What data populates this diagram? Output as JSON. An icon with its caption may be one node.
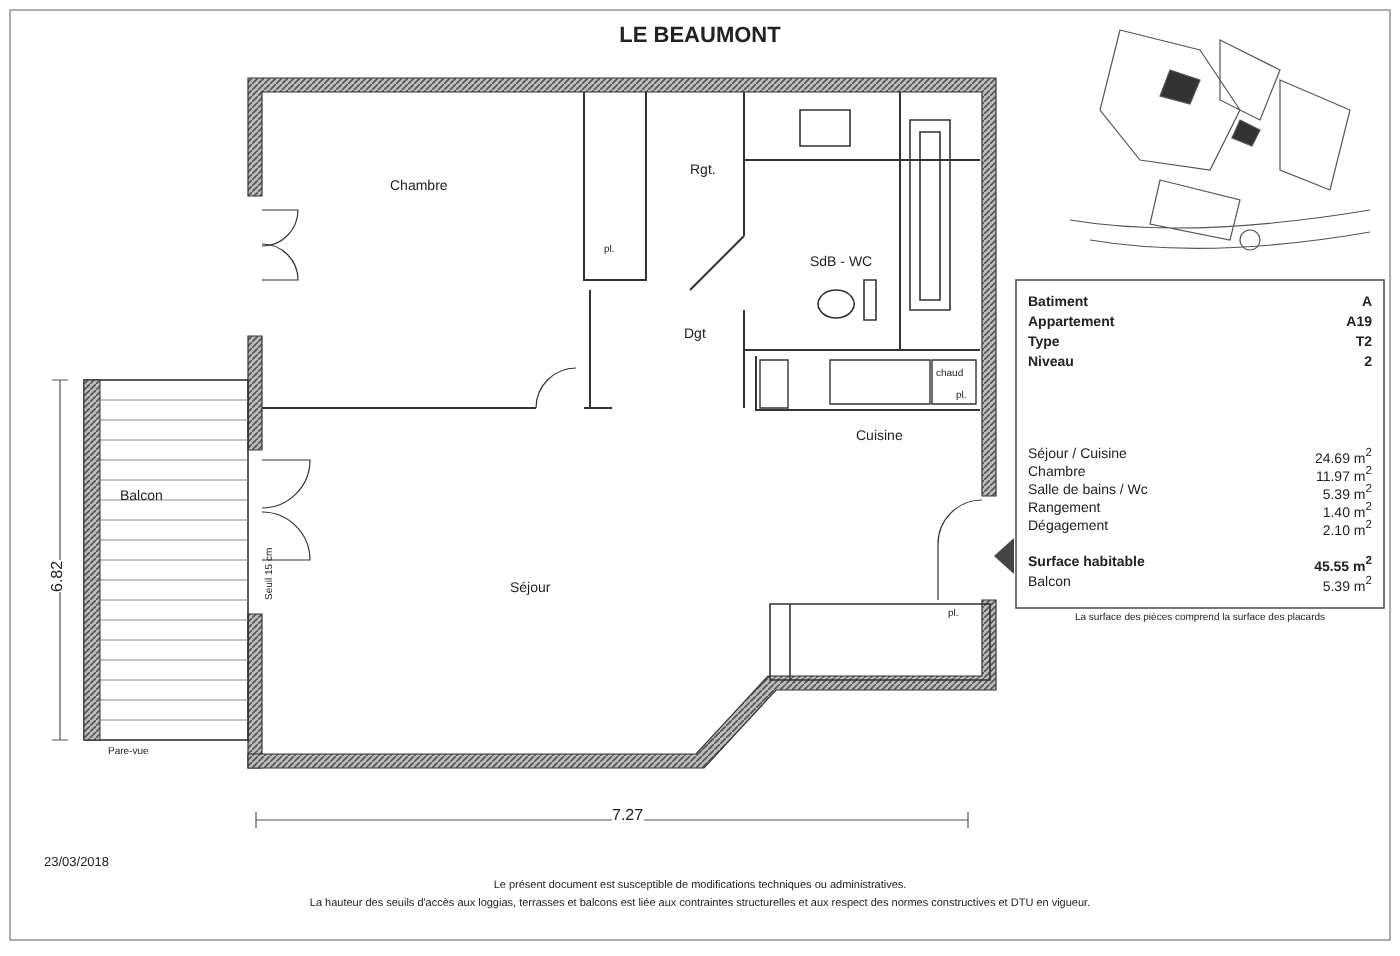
{
  "diagram": {
    "title": "LE BEAUMONT",
    "labels": [
      "Chambre",
      "Rgt.",
      "SdB - WC",
      "pl.",
      "Dgt",
      "chaud",
      "pl.",
      "Cuisine",
      "Balcon",
      "Seuil 15 cm",
      "Séjour",
      "pl.",
      "Pare-vue",
      "6.82",
      "7.27",
      "Batiment",
      "A",
      "Appartement",
      "A19",
      "Type",
      "T2",
      "Niveau",
      "2",
      "Séjour / Cuisine",
      "24.69 m$^{2}$",
      "Chambre",
      "11.97 m$^{2}$",
      "Salle de bains / Wc",
      "5.39 m$^{2}$",
      "Rangement",
      "1.40 m$^{2}$",
      "Dégagement",
      "2.10 m$^{2}$",
      "Surface habitable",
      "45.55 m$^{2}$",
      "Balcon",
      "5.39 m$^{2}$",
      "La surface des pièces comprend la surface des placards",
      "23/03/2018",
      "Le présent document est susceptible de modifications techniques ou administratives.",
      "La hauteur des seuils d'accès aux loggias, terrasses et balcons est liée aux contraintes structurelles et aux respect des normes constructives et DTU en vigueur."
    ]
  }
}
